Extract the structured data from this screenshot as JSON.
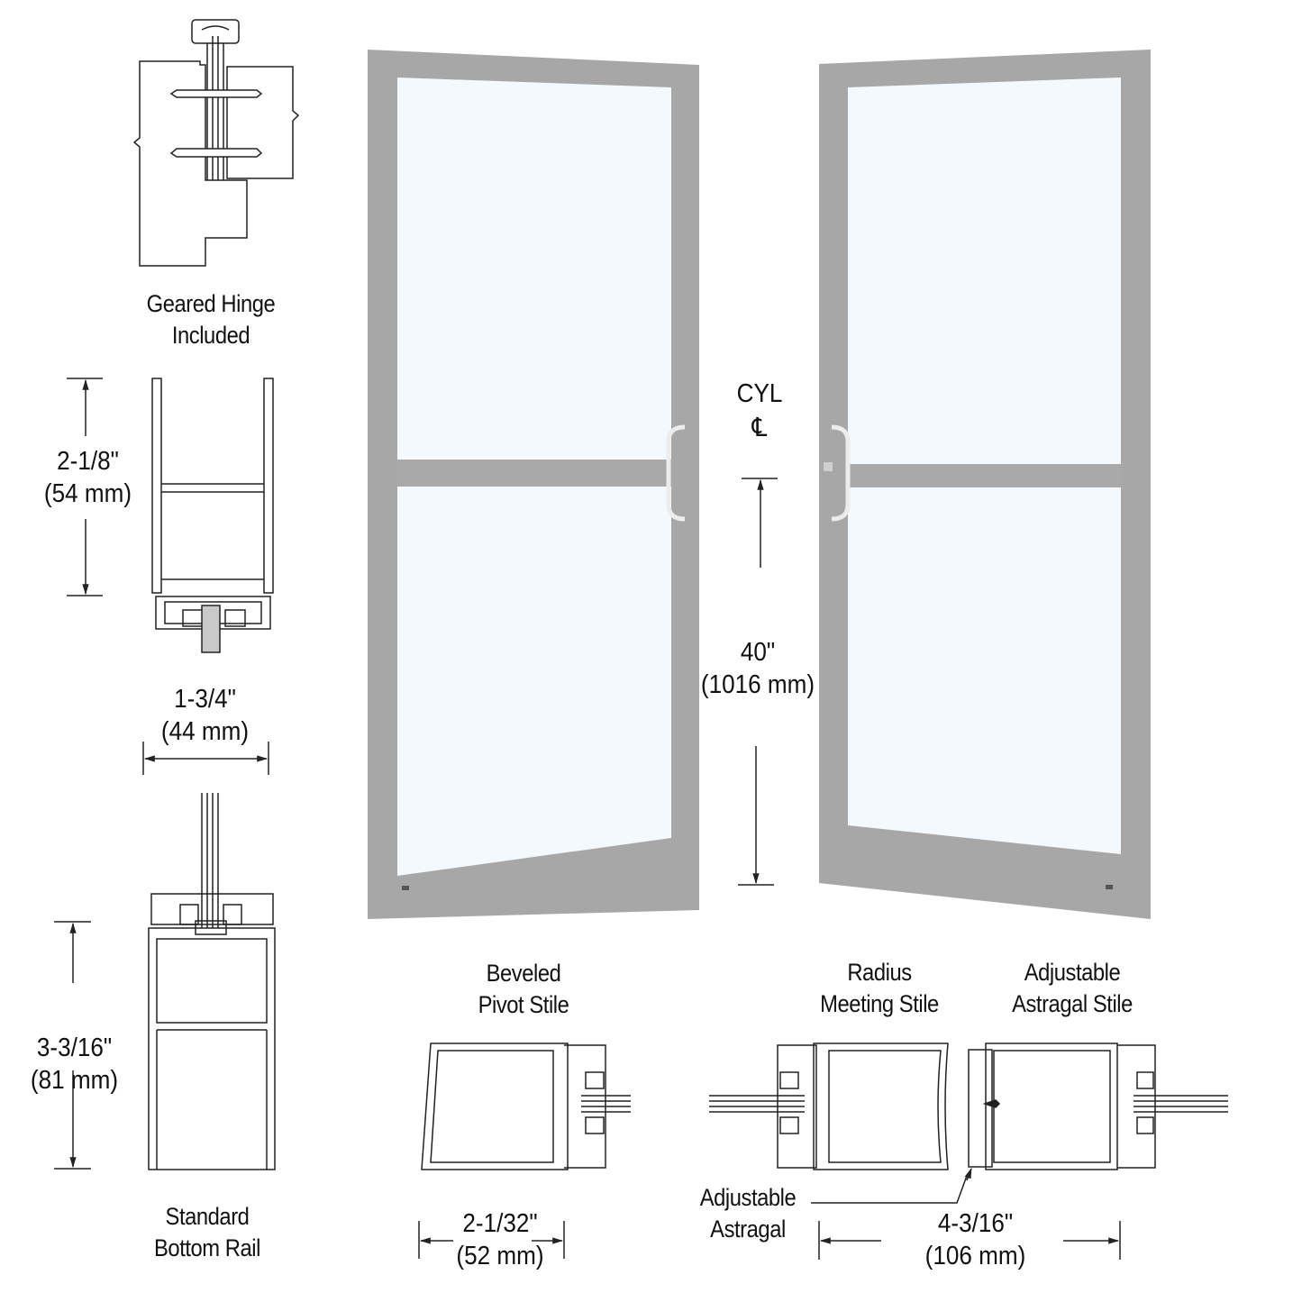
{
  "colors": {
    "frame": "#a7a7a7",
    "frame_dark": "#8f8f8f",
    "glass": "#f3f9fd",
    "line": "#222222",
    "background": "#ffffff"
  },
  "details": {
    "geared_hinge": {
      "label_line1": "Geared Hinge",
      "label_line2": "Included"
    },
    "top_rail": {
      "dim_in": "2-1/8\"",
      "dim_mm": "(54 mm)",
      "width_in": "1-3/4\"",
      "width_mm": "(44 mm)"
    },
    "bottom_rail": {
      "dim_in": "3-3/16\"",
      "dim_mm": "(81 mm)",
      "label_line1": "Standard",
      "label_line2": "Bottom Rail"
    },
    "pivot_stile": {
      "label_line1": "Beveled",
      "label_line2": "Pivot Stile",
      "dim_in": "2-1/32\"",
      "dim_mm": "(52 mm)"
    },
    "meeting_stile": {
      "label_line1": "Radius",
      "label_line2": "Meeting Stile"
    },
    "astragal_stile": {
      "label_line1": "Adjustable",
      "label_line2": "Astragal Stile"
    },
    "astragal": {
      "label_line1": "Adjustable",
      "label_line2": "Astragal"
    },
    "pair_width": {
      "dim_in": "4-3/16\"",
      "dim_mm": "(106 mm)"
    }
  },
  "doors": {
    "cylinder_label": "CYL",
    "centerline_symbol": "℄",
    "height_in": "40\"",
    "height_mm": "(1016 mm)"
  }
}
